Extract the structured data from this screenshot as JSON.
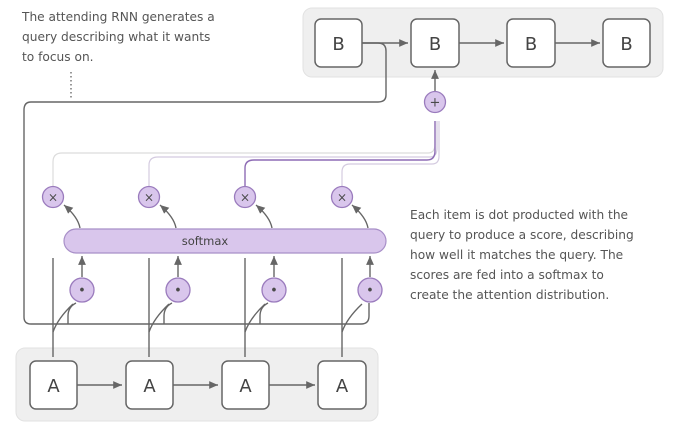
{
  "diagram": {
    "encoder_label": "A",
    "decoder_label": "B",
    "softmax_label": "softmax",
    "multiply_symbol": "×",
    "dot_symbol": "•",
    "sum_symbol": "+"
  },
  "notes": {
    "top_left": [
      "The attending RNN generates a",
      "query describing what it wants",
      "to focus on."
    ],
    "right": [
      "Each item is dot producted with the",
      "query to produce a score, describing",
      "how well it matches the query. The",
      "scores are fed into a softmax to",
      "create the attention distribution."
    ]
  },
  "colors": {
    "box_stroke": "#666666",
    "panel_fill": "#efefef",
    "node_fill": "#d9c6ec",
    "node_stroke": "#9a7bbd",
    "highlight_path": "#8e6cb5",
    "faint_path": "#d2d2d2",
    "text": "#555555"
  }
}
